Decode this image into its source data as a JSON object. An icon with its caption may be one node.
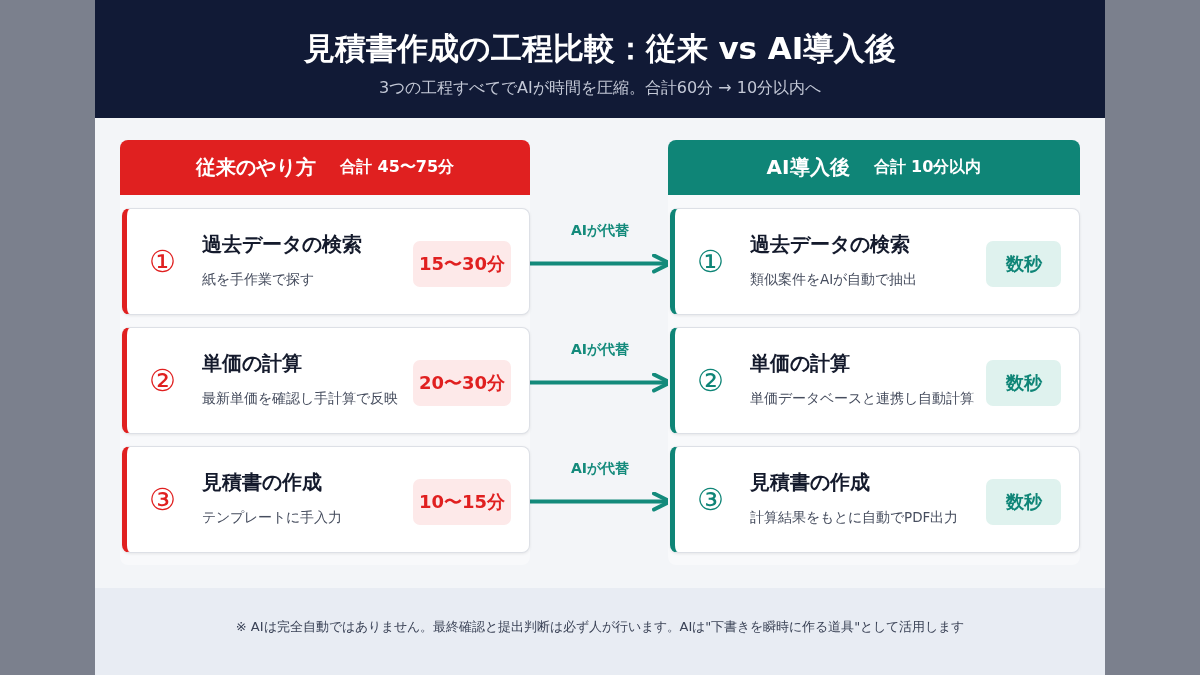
{
  "diagram": {
    "title": "見積書作成の工程比較：従来 vs AI導入後",
    "nodes": [
      {
        "text": [
          "従来のやり方",
          "合計 45〜75分"
        ]
      },
      {
        "text": [
          "①",
          "過去データの検索",
          "紙を手作業で探す",
          "15〜30分"
        ],
        "in": 0
      },
      {
        "text": [
          "②",
          "単価の計算",
          "最新単価を確認し手計算で反映",
          "20〜30分"
        ],
        "in": 0
      },
      {
        "text": [
          "③",
          "見積書の作成",
          "テンプレートに手入力",
          "10〜15分"
        ],
        "in": 0
      },
      {
        "text": [
          "AI導入後",
          "合計 10分以内"
        ]
      },
      {
        "text": [
          "①",
          "過去データの検索",
          "類似案件をAIが自動で抽出",
          "数秒"
        ],
        "in": 4
      },
      {
        "text": [
          "②",
          "単価の計算",
          "単価データベースと連携し自動計算",
          "数秒"
        ],
        "in": 4
      },
      {
        "text": [
          "③",
          "見積書の作成",
          "計算結果をもとに自動でPDF出力",
          "数秒"
        ],
        "in": 4
      }
    ],
    "edges": [
      {
        "from": 1,
        "to": 5,
        "arrow": "to",
        "label": "AIが代替"
      },
      {
        "from": 2,
        "to": 6,
        "arrow": "to",
        "label": "AIが代替"
      },
      {
        "from": 3,
        "to": 7,
        "arrow": "to",
        "label": "AIが代替"
      }
    ],
    "labels": [
      "3つの工程すべてでAIが時間を圧縮。合計60分 → 10分以内へ",
      "※ AIは完全自動ではありません。最終確認と提出判断は必ず人が行います。AIは\"下書きを瞬時に作る道具\"として活用します"
    ]
  }
}
